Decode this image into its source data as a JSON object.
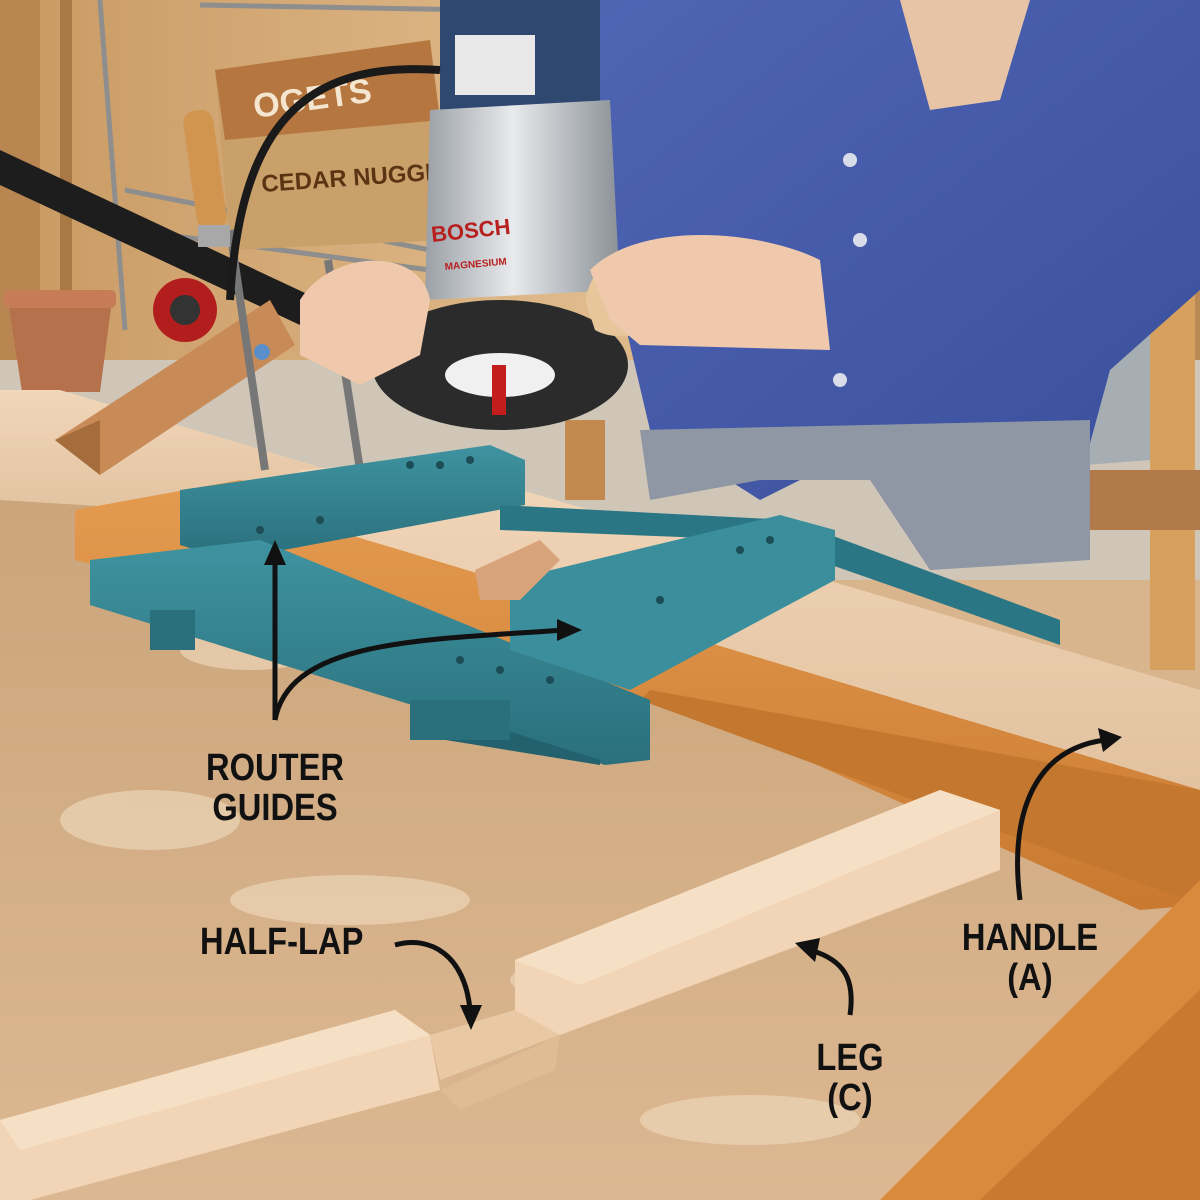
{
  "labels": {
    "router_guides": {
      "line1": "ROUTER",
      "line2": "GUIDES"
    },
    "half_lap": "HALF-LAP",
    "handle": {
      "line1": "HANDLE",
      "line2": "(A)"
    },
    "leg": {
      "line1": "LEG",
      "line2": "(C)"
    }
  },
  "tool_markings": {
    "brand": "BOSCH",
    "model": "MAGNESIUM"
  },
  "background_bag_text": {
    "line1": "CEDAR NUGGETS",
    "line2": "OGETS"
  },
  "colors": {
    "guide_blue": "#2f7f8c",
    "pine_orange": "#d98a3c",
    "plywood": "#d7b189",
    "label_text": "#111111"
  }
}
